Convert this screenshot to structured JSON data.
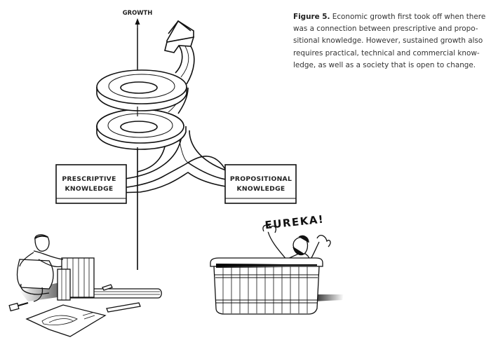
{
  "figure": {
    "axis_label": "GROWTH",
    "left_box": {
      "line1": "PRESCRIPTIVE",
      "line2": "KNOWLEDGE"
    },
    "right_box": {
      "line1": "PROPOSITIONAL",
      "line2": "KNOWLEDGE"
    },
    "exclamation": "EUREKA!",
    "icons": {
      "spiral": "growth-spiral-arrow",
      "craftsman": "craftsman-building-barrel",
      "bath": "archimedes-in-bathtub"
    }
  },
  "caption": {
    "label": "Figure 5.",
    "text": " Economic growth first took off when there was a connection between prescriptive and propo-sitional knowledge. However, sustained growth also requires practical, technical and commercial know-ledge, as well as a society that is open to change."
  }
}
